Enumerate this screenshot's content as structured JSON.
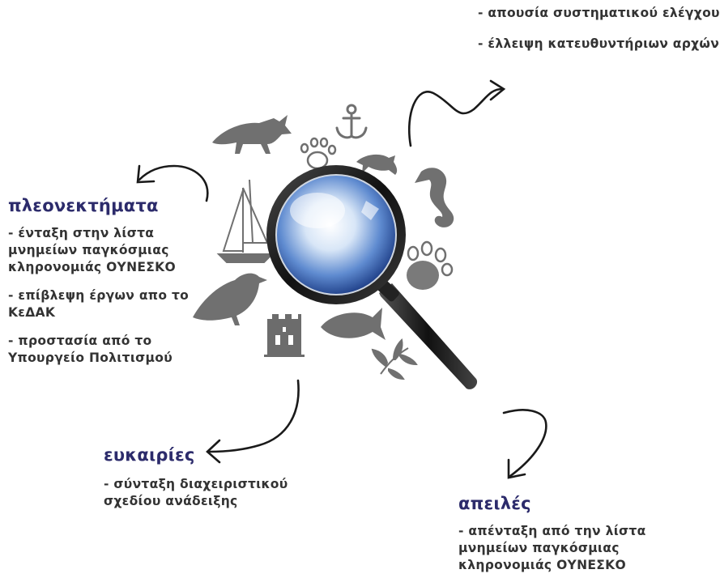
{
  "weaknesses": {
    "items": [
      "- απουσία συστηματικού ελέγχου",
      "- έλλειψη κατευθυντήριων αρχών"
    ]
  },
  "strengths": {
    "title": "πλεονεκτήματα",
    "items": [
      "- ένταξη στην λίστα\nμνημείων παγκόσμιας\nκληρονομιάς ΟΥΝΕΣΚΟ",
      "- επίβλεψη έργων απο το\nΚεΔΑΚ",
      "- προστασία από το\nΥπουργείο Πολιτισμού"
    ]
  },
  "opportunities": {
    "title": "ευκαιρίες",
    "items": [
      "- σύνταξη διαχειριστικού\nσχεδίου ανάδειξης"
    ]
  },
  "threats": {
    "title": "απειλές",
    "items": [
      "- απένταξη από την λίστα\nμνημείων παγκόσμιας\nκληρονομιάς ΟΥΝΕΣΚΟ"
    ]
  },
  "colors": {
    "heading": "#2c2b6b",
    "text": "#333333",
    "silhouette": "#6f6f6f",
    "arrow": "#1a1a1a"
  },
  "icons": [
    "fox-icon",
    "anchor-icon",
    "paw-print-icon",
    "dolphin-icon",
    "seahorse-icon",
    "sailboat-icon",
    "bird-icon",
    "castle-tower-icon",
    "fish-icon",
    "olive-branch-icon",
    "magnifying-glass-icon"
  ]
}
